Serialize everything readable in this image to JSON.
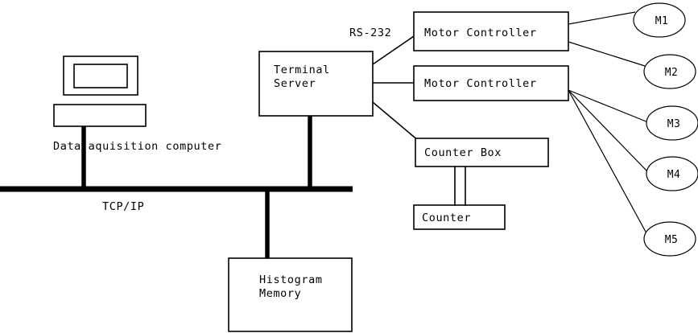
{
  "diagram": {
    "title": "Data acquisition system block diagram",
    "colors": {
      "background": "#ffffff",
      "stroke": "#000000",
      "fill": "#ffffff"
    },
    "nodes": {
      "terminal_server": {
        "line1": "Terminal",
        "line2": "Server"
      },
      "motor_controller_1": {
        "label": "Motor Controller"
      },
      "motor_controller_2": {
        "label": "Motor Controller"
      },
      "counter_box": {
        "label": "Counter Box"
      },
      "counter": {
        "label": "Counter"
      },
      "histogram_memory": {
        "line1": "Histogram",
        "line2": "Memory"
      },
      "data_acquisition_computer": {
        "label": "Data aquisition computer"
      }
    },
    "motors": [
      {
        "label": "M1"
      },
      {
        "label": "M2"
      },
      {
        "label": "M3"
      },
      {
        "label": "M4"
      },
      {
        "label": "M5"
      }
    ],
    "link_labels": {
      "rs232": "RS-232",
      "tcpip": "TCP/IP"
    }
  }
}
